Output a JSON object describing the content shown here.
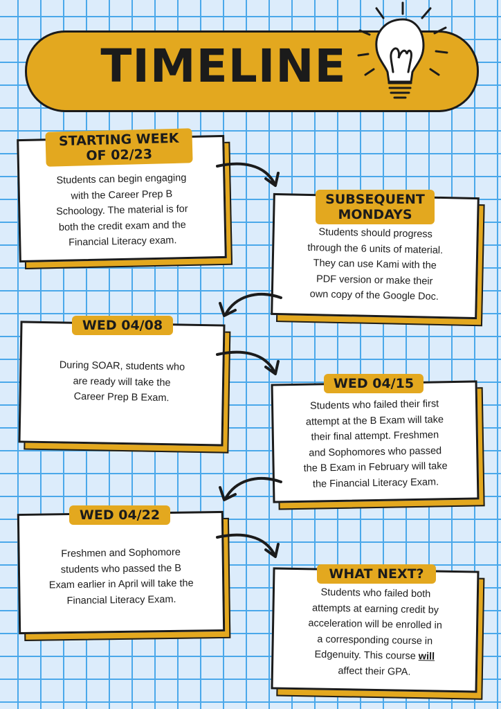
{
  "header": {
    "title": "TIMELINE",
    "icon": "lightbulb-icon"
  },
  "colors": {
    "accent": "#e3a81f",
    "grid": "#4aa8ea",
    "background": "#dcecfb",
    "ink": "#1b1b1b"
  },
  "events": [
    {
      "tag": "STARTING WEEK\nOF 02/23",
      "text": "Students can begin engaging\nwith the Career Prep B\nSchoology. The material is for\nboth the credit exam and the\nFinancial Literacy exam."
    },
    {
      "tag": "SUBSEQUENT\nMONDAYS",
      "text": "Students should progress\nthrough the 6 units of material.\nThey can use Kami with the\nPDF version or make their\nown copy of the Google Doc."
    },
    {
      "tag": "WED 04/08",
      "text": "During SOAR, students who\nare ready will take the\nCareer Prep B Exam."
    },
    {
      "tag": "WED 04/15",
      "text": "Students who failed their first\nattempt at the B Exam will take\ntheir final attempt. Freshmen\nand Sophomores who passed\nthe B Exam in February will take\nthe Financial Literacy Exam."
    },
    {
      "tag": "WED 04/22",
      "text": "Freshmen and Sophomore\nstudents who passed the B\nExam earlier in April will take the\nFinancial Literacy Exam."
    },
    {
      "tag": "WHAT NEXT?",
      "text_before": "Students who failed both\nattempts at earning credit by\nacceleration will be enrolled in\na corresponding course in\nEdgenuity. This course ",
      "text_emphasis": "will",
      "text_after": "\naffect their GPA."
    }
  ]
}
